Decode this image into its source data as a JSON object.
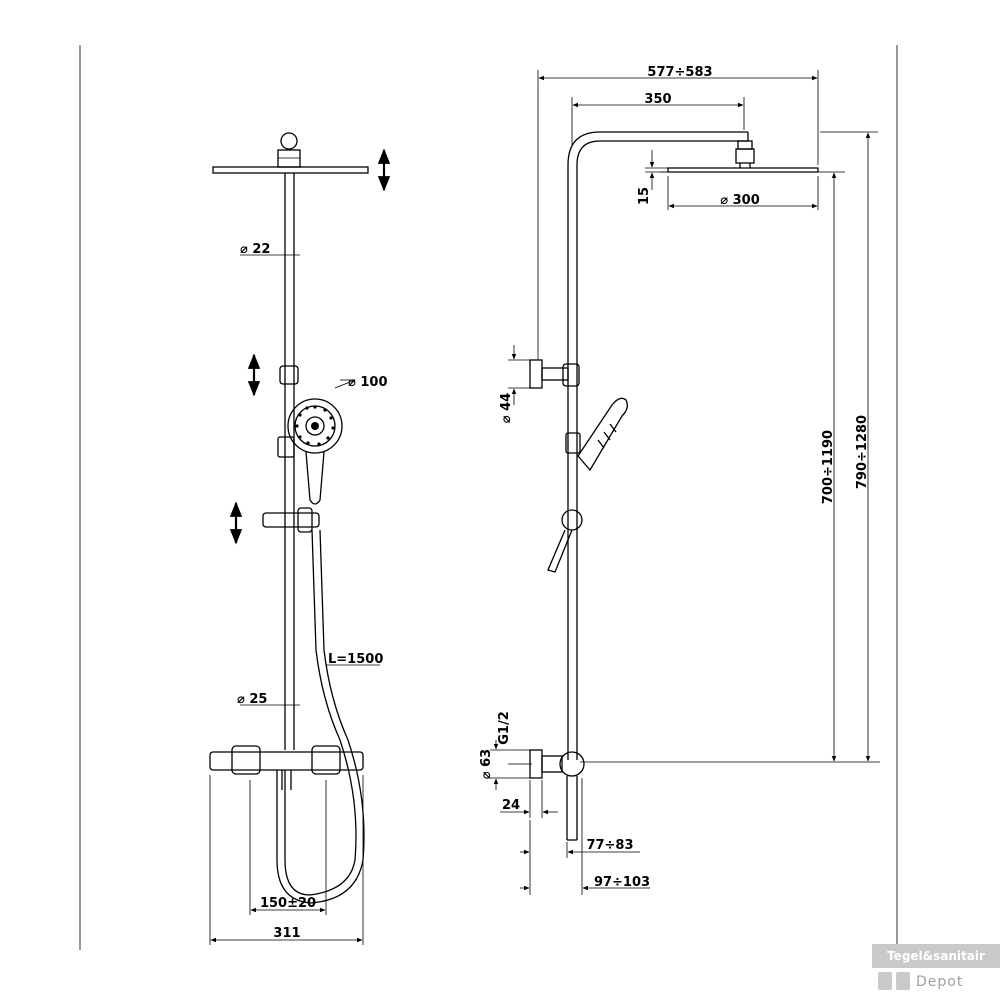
{
  "dimensions": {
    "head_width_total": "577÷583",
    "arm_length": "350",
    "head_thickness": "15",
    "head_diameter": "⌀ 300",
    "upper_pipe_diameter": "⌀ 22",
    "hand_shower_diameter": "⌀ 100",
    "wall_bracket_diameter": "⌀ 44",
    "hose_length": "L=1500",
    "lower_pipe_diameter": "⌀ 25",
    "inlet_thread": "G1/2",
    "connector_diameter": "⌀ 63",
    "connector_depth": "24",
    "offset_small": "77÷83",
    "offset_large": "97÷103",
    "mixer_spacing": "150±20",
    "mixer_width": "311",
    "height_lower": "700÷1190",
    "height_upper": "790÷1280"
  },
  "logo": {
    "line1": "Tegel&sanitair",
    "line2": "Depot"
  }
}
